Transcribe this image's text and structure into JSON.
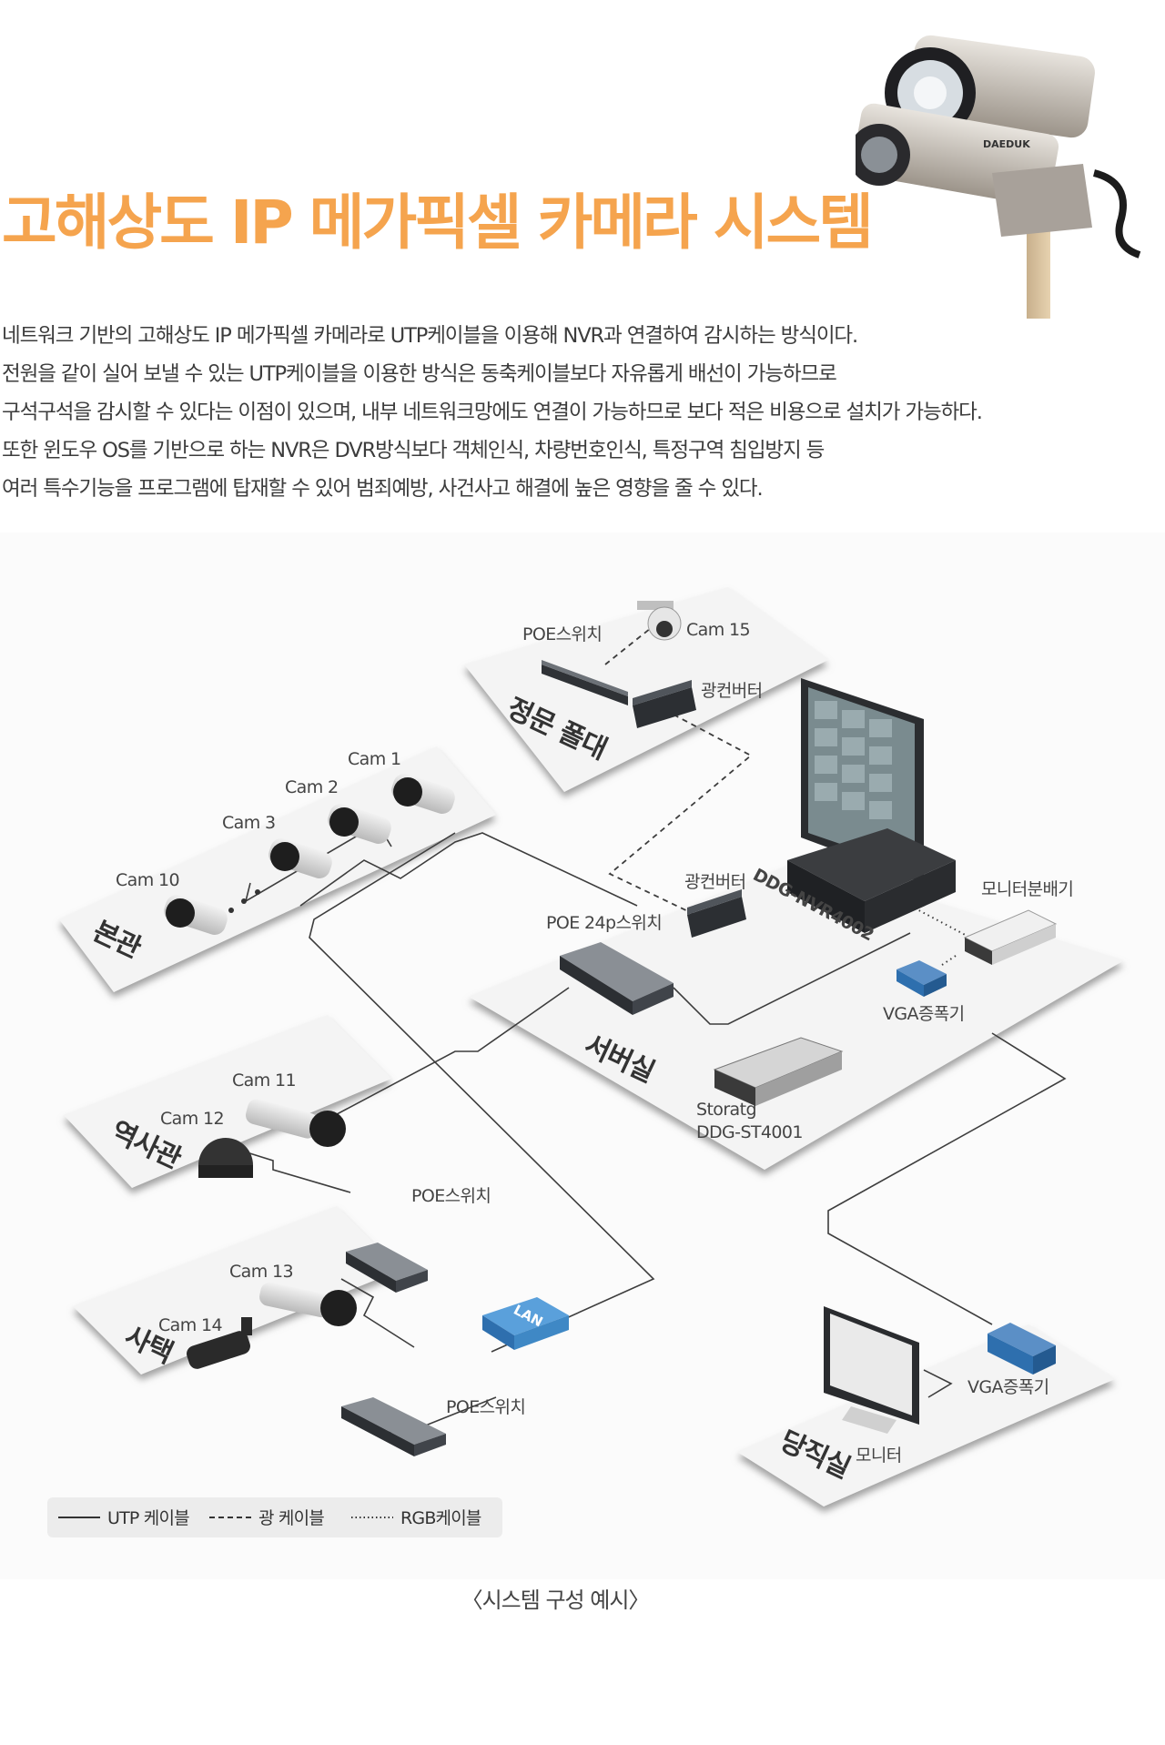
{
  "title": "고해상도 IP 메가픽셀 카메라 시스템",
  "description": [
    "네트워크 기반의 고해상도 IP 메가픽셀 카메라로 UTP케이블을 이용해 NVR과 연결하여 감시하는 방식이다.",
    "전원을 같이 실어 보낼 수 있는 UTP케이블을 이용한 방식은 동축케이블보다 자유롭게 배선이 가능하므로",
    "구석구석을 감시할 수 있다는 이점이 있으며, 내부 네트워크망에도 연결이 가능하므로 보다 적은 비용으로 설치가 가능하다.",
    "또한 윈도우 OS를 기반으로 하는 NVR은 DVR방식보다  객체인식, 차량번호인식, 특정구역 침입방지 등",
    "여러 특수기능을 프로그램에 탑재할 수 있어 범죄예방, 사건사고 해결에 높은 영향을 줄 수 있다."
  ],
  "hero": {
    "camera_brand": "DAEDUK"
  },
  "diagram": {
    "zones": {
      "main_gate": "정문 폴대",
      "main_building": "본관",
      "server_room": "서버실",
      "history_hall": "역사관",
      "residence": "사택",
      "duty_room": "당직실"
    },
    "labels": {
      "poe_switch_gate": "POE스위치",
      "cam15": "Cam 15",
      "fiber_converter_gate": "광컨버터",
      "cam1": "Cam 1",
      "cam2": "Cam 2",
      "cam3": "Cam 3",
      "cam10": "Cam 10",
      "fiber_converter_server": "광컨버터",
      "poe24_switch": "POE 24p스위치",
      "nvr": "DDG-NVR4002",
      "monitor_splitter": "모니터분배기",
      "vga_amp_server": "VGA증폭기",
      "storage_line1": "Storatg",
      "storage_line2": "DDG-ST4001",
      "cam11": "Cam 11",
      "cam12": "Cam 12",
      "poe_switch_history": "POE스위치",
      "lan": "LAN",
      "cam13": "Cam 13",
      "cam14": "Cam 14",
      "poe_switch_residence": "POE스위치",
      "vga_amp_duty": "VGA증폭기",
      "monitor": "모니터"
    },
    "legend": [
      {
        "style": "solid",
        "label": "UTP 케이블"
      },
      {
        "style": "dashed",
        "label": "광 케이블"
      },
      {
        "style": "dotted",
        "label": "RGB케이블"
      }
    ],
    "caption": "〈시스템 구성 예시〉"
  },
  "colors": {
    "title": "#f5a44e",
    "platform": "#f3f3f3",
    "platform_shadow": "#8a8a8a",
    "lan_box": "#3f88c5",
    "vga_box": "#2e6fae",
    "device_dark": "#3a3d42"
  }
}
